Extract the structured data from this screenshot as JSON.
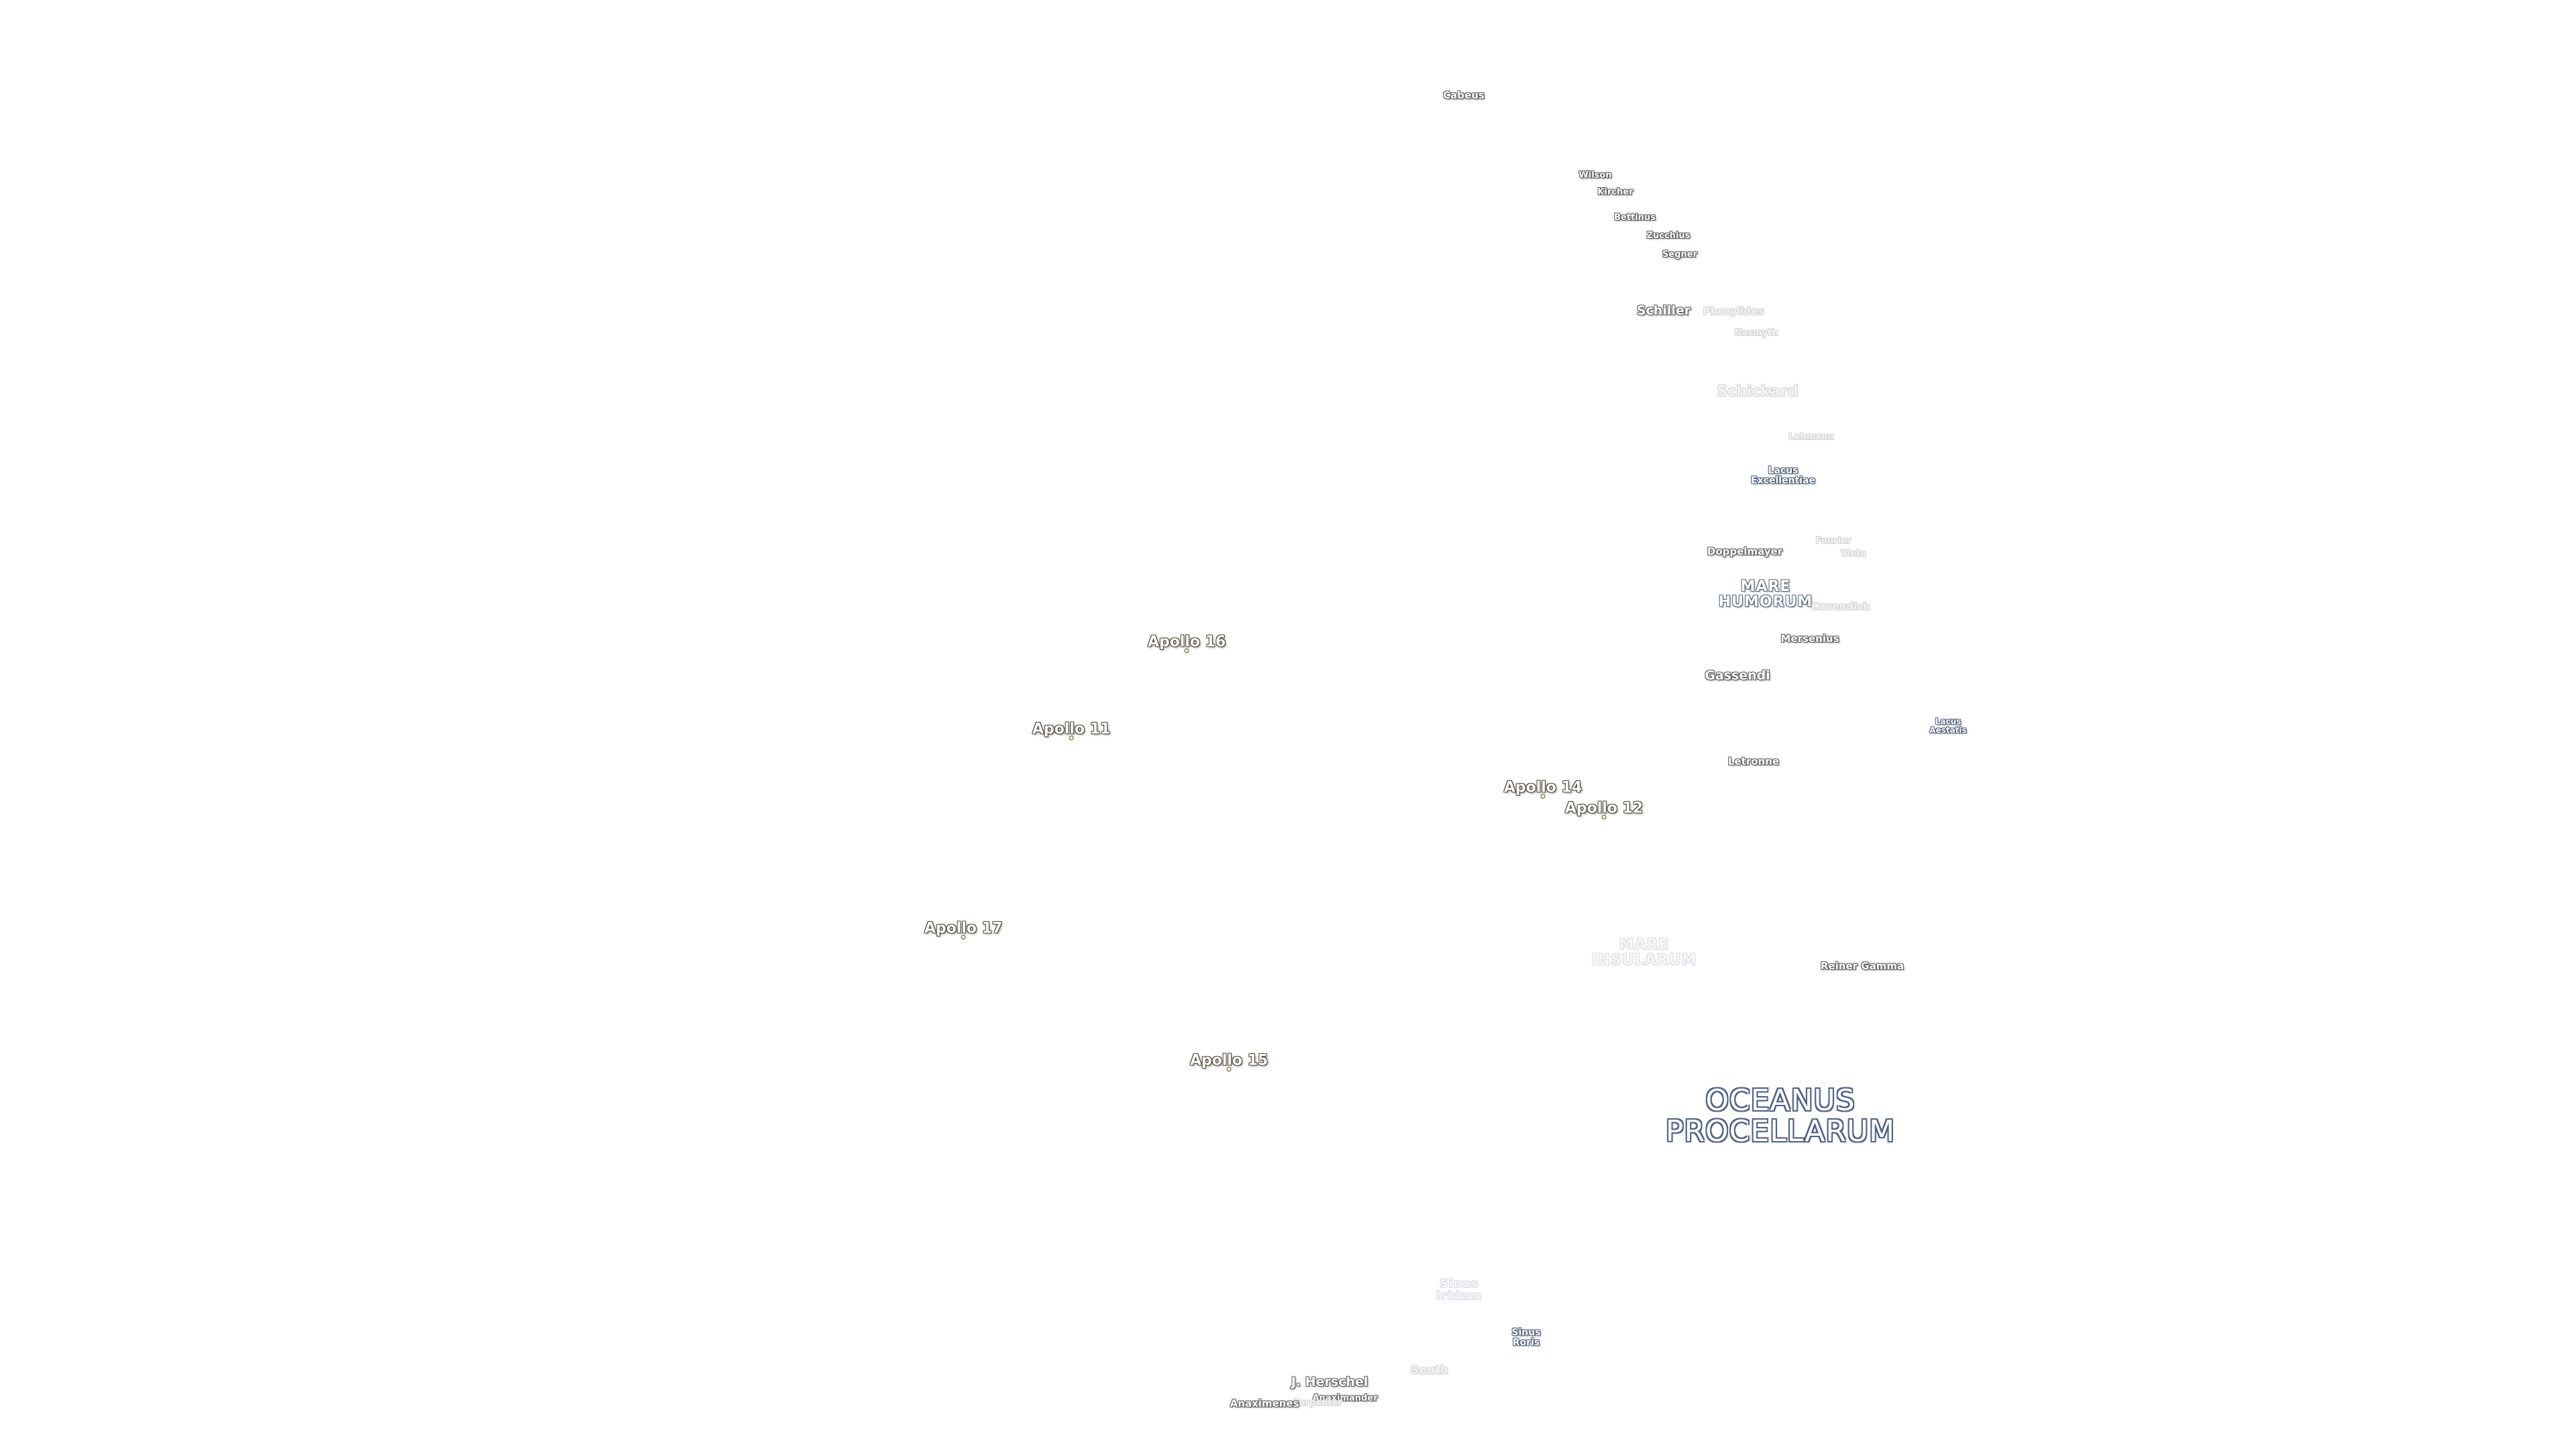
{
  "labels": {
    "cabeus": "Cabeus",
    "wilson": "Wilson",
    "kircher": "Kircher",
    "bettinus": "Bettinus",
    "zucchius": "Zucchius",
    "segner": "Segner",
    "schiller": "Schiller",
    "phocylides": "Phocylides",
    "nasmyth": "Nasmyth",
    "schickard": "Schickard",
    "lehmann": "Lehmann",
    "lacus_excellentiae": "Lacus\nExcellentiae",
    "doppelmayer": "Doppelmayer",
    "fourier": "Fourier",
    "vieta": "Vieta",
    "mare_humorum": "MARE\nHUMORUM",
    "cavendish": "Cavendish",
    "mersenius": "Mersenius",
    "gassendi": "Gassendi",
    "lacus_aestatis": "Lacus\nAestatis",
    "letronne": "Letronne",
    "mare_insularum": "MARE\nINSULARUM",
    "reiner_gamma": "Reiner Gamma",
    "oceanus_procellarum": "OCEANUS\nPROCELLARUM",
    "sinus_iridum": "Sinus\nIridum",
    "sinus_roris": "Sinus\nRoris",
    "south": "South",
    "j_herschel": "J. Herschel",
    "anaximander": "Anaximander",
    "carpenter": "Carpenter",
    "anaximenes": "Anaximenes"
  },
  "apollo_sites": [
    {
      "name": "Apollo 16"
    },
    {
      "name": "Apollo 11"
    },
    {
      "name": "Apollo 14"
    },
    {
      "name": "Apollo 12"
    },
    {
      "name": "Apollo 17"
    },
    {
      "name": "Apollo 15"
    }
  ]
}
